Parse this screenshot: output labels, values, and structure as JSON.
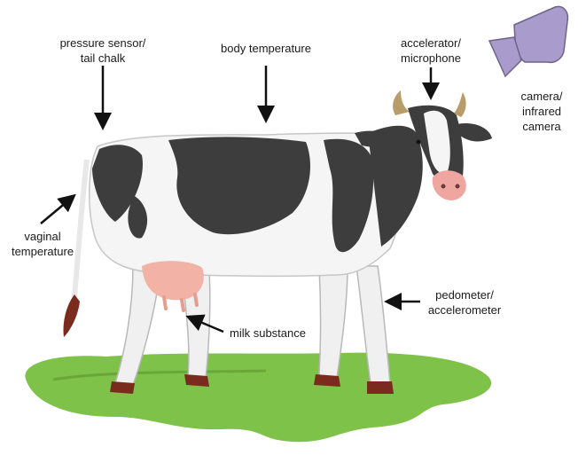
{
  "labels": {
    "pressure_sensor": [
      "pressure sensor/",
      "tail chalk"
    ],
    "body_temperature": [
      "body temperature"
    ],
    "accelerator": [
      "accelerator/",
      "microphone"
    ],
    "camera": [
      "camera/",
      "infrared",
      "camera"
    ],
    "vaginal": [
      "vaginal",
      "temperature"
    ],
    "pedometer": [
      "pedometer/",
      "accelerometer"
    ],
    "milk": [
      "milk substance"
    ]
  },
  "colors": {
    "camera_fill": "#a99bcb",
    "grass": "#7fc24a",
    "cow_black": "#3d3d3d",
    "cow_white": "#f5f5f5",
    "udder": "#f2b2a5",
    "hoof": "#7a2b1e"
  }
}
